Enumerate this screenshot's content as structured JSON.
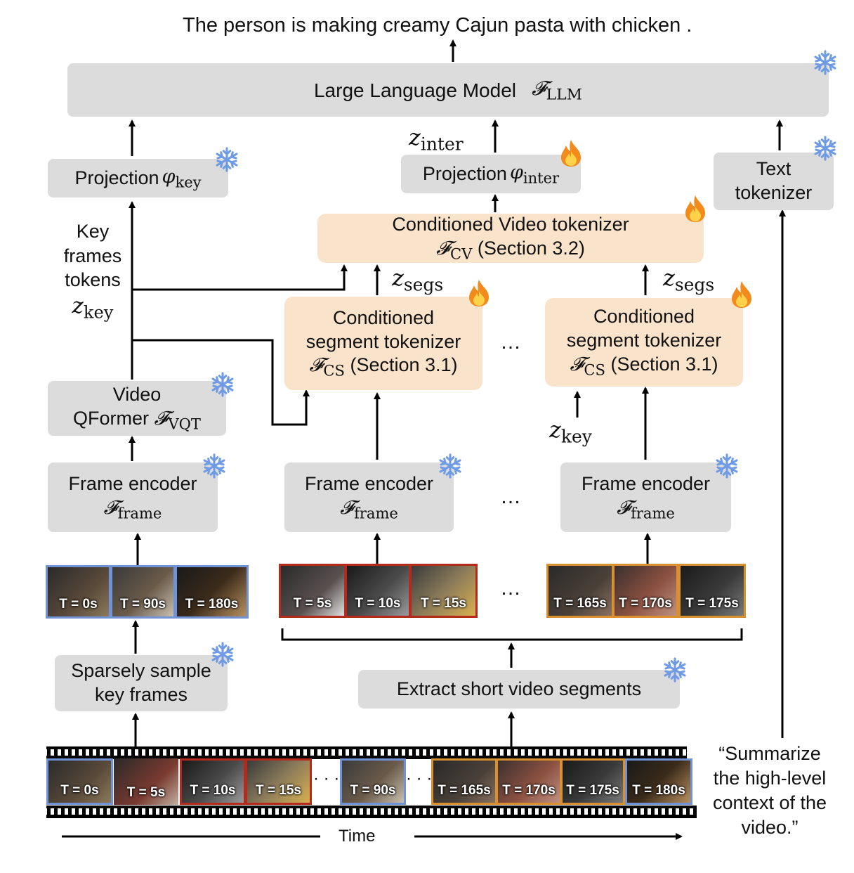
{
  "output_text": "The person is making creamy Cajun pasta with chicken .",
  "llm": {
    "label": "Large Language Model",
    "symbol": "𝓕",
    "sub": "LLM"
  },
  "proj_key": {
    "label": "Projection",
    "symbol": "φ",
    "sub": "key"
  },
  "proj_inter": {
    "label": "Projection",
    "symbol": "φ",
    "sub": "inter"
  },
  "z_inter": {
    "symbol": "z",
    "sub": "inter"
  },
  "text_tokenizer": {
    "line1": "Text",
    "line2": "tokenizer"
  },
  "cv_tokenizer": {
    "line1": "Conditioned Video tokenizer",
    "symbol": "𝓕",
    "sub": "CV",
    "section": "(Section 3.2)"
  },
  "key_tokens": {
    "line1": "Key",
    "line2": "frames",
    "line3": "tokens",
    "symbol": "z",
    "sub": "key"
  },
  "z_segs": {
    "symbol": "z",
    "sub": "segs"
  },
  "z_key": {
    "symbol": "z",
    "sub": "key"
  },
  "cs_tokenizer": {
    "line1": "Conditioned",
    "line2": "segment tokenizer",
    "symbol": "𝓕",
    "sub": "CS",
    "section": "(Section 3.1)"
  },
  "ellipsis": "…",
  "qformer": {
    "line1": "Video",
    "line2": "QFormer",
    "symbol": "𝓕",
    "sub": "VQT"
  },
  "frame_encoder": {
    "label": "Frame encoder",
    "symbol": "𝓕",
    "sub": "frame"
  },
  "key_frames": [
    "T = 0s",
    "T = 90s",
    "T = 180s"
  ],
  "seg1_frames": [
    "T = 5s",
    "T = 10s",
    "T = 15s"
  ],
  "seg2_frames": [
    "T = 165s",
    "T = 170s",
    "T = 175s"
  ],
  "sparse_sample": {
    "line1": "Sparsely sample",
    "line2": "key frames"
  },
  "extract_segments": {
    "label": "Extract short video segments"
  },
  "strip_frames": [
    "T = 0s",
    "T = 5s",
    "T = 10s",
    "T = 15s",
    "T = 90s",
    "T = 165s",
    "T = 170s",
    "T = 175s",
    "T = 180s"
  ],
  "strip_dots": "· · ·",
  "time_label": "Time",
  "prompt": {
    "line1": "“Summarize",
    "line2": "the high-level",
    "line3": "context of the",
    "line4": "video.”"
  },
  "colors": {
    "box_gray": "#dcdcdc",
    "box_orange": "#fae3cb",
    "key_blue": "#6f93d6",
    "seg_red": "#b52a1c",
    "seg_orange": "#d9912f",
    "frozen_blue": "#6f9be6",
    "fire_orange": "#f28a1c"
  },
  "icons": {
    "frozen": "snowflake-icon",
    "trainable": "flame-icon"
  }
}
